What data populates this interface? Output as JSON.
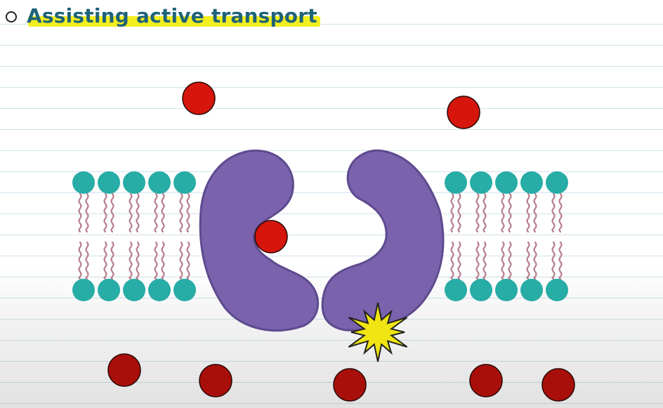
{
  "heading": {
    "bullet_icon": "hollow-circle-bullet",
    "title": "Assisting active transport"
  },
  "colors": {
    "title_text": "#1f6378",
    "title_highlight": "#f3ef1f",
    "phospholipid_head": "#27aca6",
    "phospholipid_tail": "#b87f8d",
    "carrier_protein": "#7b62ad",
    "carrier_protein_outline": "#5e4a8e",
    "molecule_above": "#d6150c",
    "molecule_below": "#a90f0a",
    "energy_burst": "#f0e512"
  },
  "diagram": {
    "molecules_above_membrane": 2,
    "molecules_in_protein": 1,
    "molecules_below_membrane": 5,
    "energy_icon": "atp-energy-burst-icon"
  }
}
